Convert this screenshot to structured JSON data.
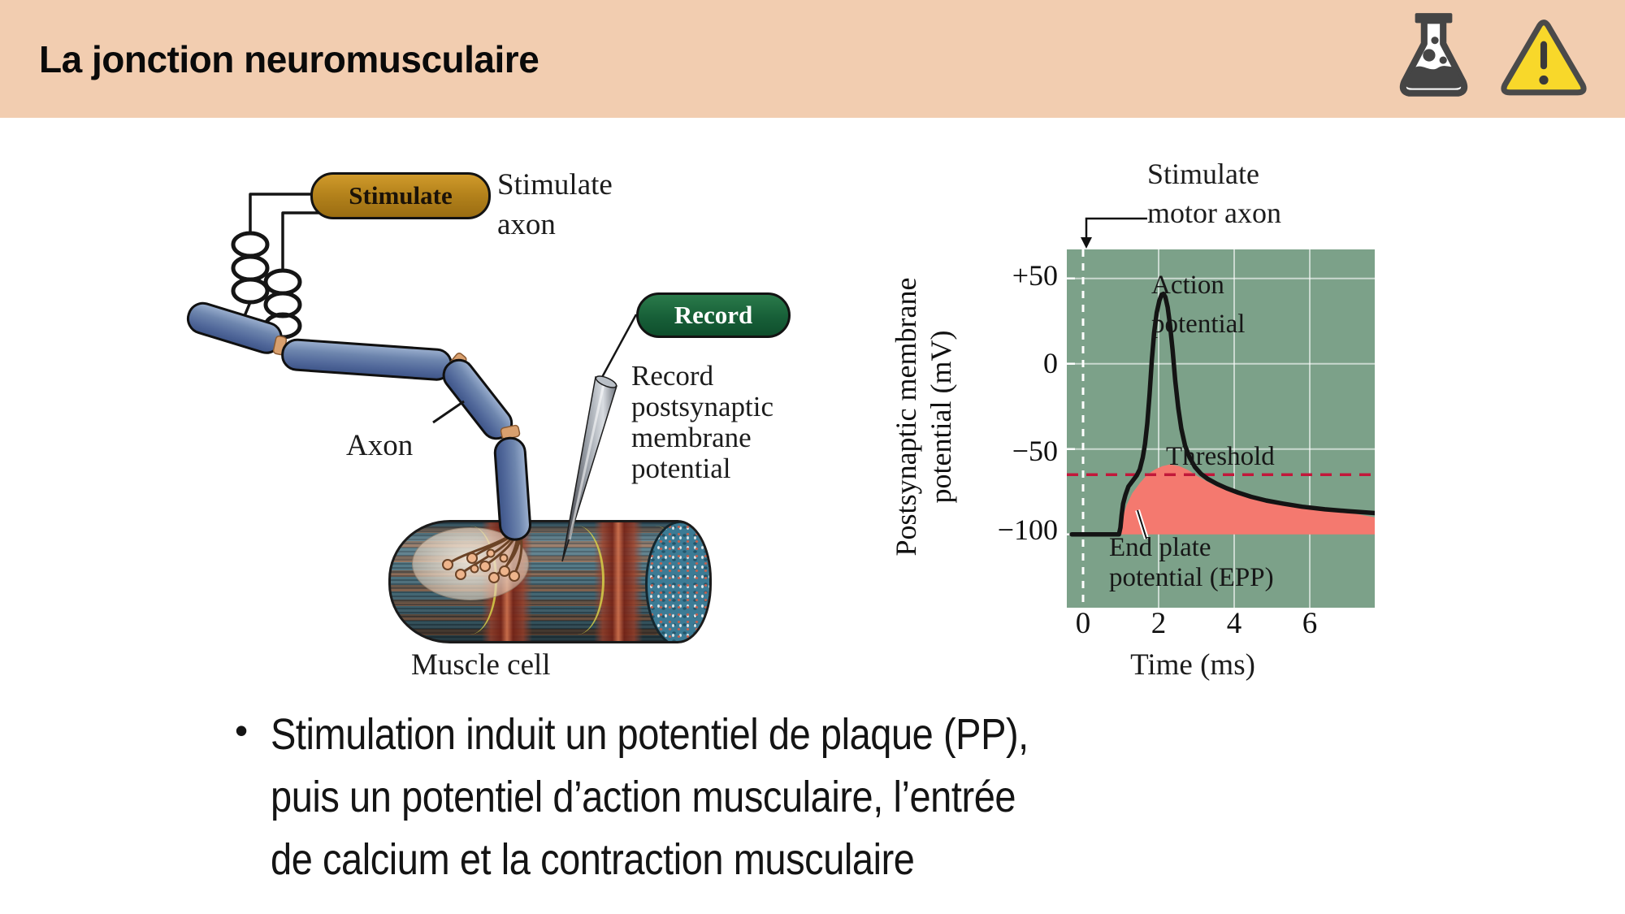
{
  "header": {
    "title": "La jonction neuromusculaire",
    "background": "#F2CDB0",
    "icons": [
      "flask-icon",
      "warning-icon"
    ]
  },
  "apparatus": {
    "stimulate_button_label": "Stimulate",
    "stimulate_axon_caption": {
      "line1": "Stimulate",
      "line2": "axon"
    },
    "axon_label": "Axon",
    "record_button_label": "Record",
    "record_caption_lines": [
      "Record",
      "postsynaptic",
      "membrane",
      "potential"
    ],
    "muscle_label": "Muscle cell"
  },
  "chart_data": {
    "type": "line",
    "xlabel": "Time (ms)",
    "ylabel_lines": [
      "Postsynaptic membrane",
      "potential (mV)"
    ],
    "x_tick_values": [
      0,
      2,
      4,
      6
    ],
    "x_tick_labels": [
      "0",
      "2",
      "4",
      "6"
    ],
    "y_tick_values": [
      50,
      0,
      -50,
      -100
    ],
    "y_tick_labels": [
      "+50",
      "0",
      "−50",
      "−100"
    ],
    "xlim": [
      -0.43,
      7.72
    ],
    "ylim": [
      -143,
      67
    ],
    "x_gridlines": [
      2,
      4,
      6
    ],
    "y_gridlines": [
      50,
      0,
      -50
    ],
    "stimulus_time_ms": 0,
    "threshold_mV": -65,
    "resting_potential_mV": -100,
    "plot_bg": "#7CA189",
    "grid_color": "rgba(255,255,255,0.6)",
    "threshold_color": "#C2183A",
    "epp_fill": "#F4796F",
    "trace_color": "#141414",
    "stim_line_color": "#FFFFFF",
    "annotations": {
      "stimulate_line1": "Stimulate",
      "stimulate_line2": "motor axon",
      "action_line1": "Action",
      "action_line2": "potential",
      "threshold": "Threshold",
      "epp_line1": "End plate",
      "epp_line2": "potential (EPP)"
    },
    "series": [
      {
        "name": "Muscle membrane potential (action potential)",
        "x": [
          -0.3,
          0.3,
          0.95,
          0.99,
          1.02,
          1.06,
          1.12,
          1.2,
          1.3,
          1.42,
          1.5,
          1.58,
          1.64,
          1.7,
          1.76,
          1.82,
          1.88,
          1.95,
          2.02,
          2.08,
          2.13,
          2.18,
          2.24,
          2.3,
          2.37,
          2.44,
          2.52,
          2.6,
          2.7,
          2.82,
          2.96,
          3.12,
          3.3,
          3.55,
          3.8,
          4.1,
          4.45,
          4.85,
          5.3,
          5.8,
          6.4,
          7.0,
          7.72
        ],
        "y": [
          -100,
          -100,
          -100,
          -96,
          -89,
          -82,
          -77,
          -72,
          -69,
          -65.5,
          -62,
          -55,
          -47,
          -35,
          -18,
          2,
          18,
          30,
          37,
          40.5,
          41,
          39,
          33,
          23,
          8,
          -10,
          -26,
          -38,
          -48,
          -55,
          -60.5,
          -64.5,
          -67.5,
          -70.5,
          -73,
          -75.5,
          -78,
          -80.2,
          -82,
          -83.8,
          -85.3,
          -86.4,
          -87.5
        ]
      },
      {
        "name": "End plate potential (EPP)",
        "x": [
          1.0,
          1.05,
          1.15,
          1.3,
          1.5,
          1.7,
          1.9,
          2.1,
          2.3,
          2.55,
          2.8,
          3.0,
          3.2,
          3.5,
          3.9,
          4.3,
          4.8,
          5.3,
          5.9,
          6.5,
          7.1,
          7.72
        ],
        "y": [
          -100,
          -90,
          -83,
          -76,
          -70,
          -65,
          -62,
          -60,
          -59,
          -60,
          -62.5,
          -65.5,
          -68,
          -71.5,
          -75,
          -78,
          -80.5,
          -82.5,
          -84.5,
          -86,
          -87.5,
          -90
        ]
      }
    ]
  },
  "bullet": {
    "marker": "•",
    "lines": [
      "Stimulation induit un potentiel de plaque (PP),",
      "puis un potentiel d’action musculaire, l’entrée",
      "de calcium et la contraction musculaire"
    ]
  }
}
